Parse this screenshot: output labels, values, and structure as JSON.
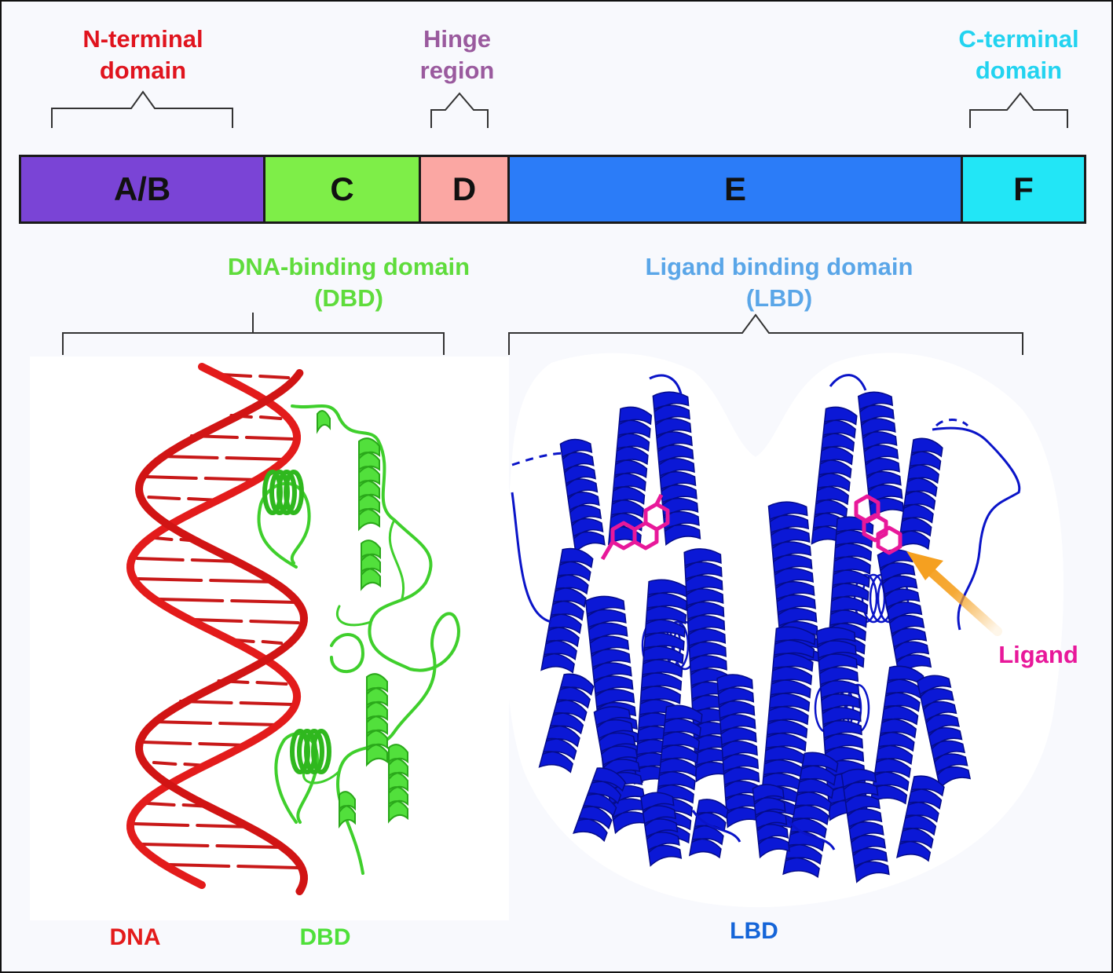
{
  "labels": {
    "n_terminal": {
      "line1": "N-terminal",
      "line2": "domain",
      "color": "#e0141e"
    },
    "hinge": {
      "line1": "Hinge",
      "line2": "region",
      "color": "#9a5a9e"
    },
    "c_terminal": {
      "line1": "C-terminal",
      "line2": "domain",
      "color": "#22d3f0"
    },
    "dbd_domain": {
      "line1": "DNA-binding domain",
      "line2": "(DBD)",
      "color": "#5fdc3c"
    },
    "lbd_domain": {
      "line1": "Ligand binding domain",
      "line2": "(LBD)",
      "color": "#5aa6e8"
    }
  },
  "segments": [
    {
      "label": "A/B",
      "color": "#7a44d6"
    },
    {
      "label": "C",
      "color": "#7eee48"
    },
    {
      "label": "D",
      "color": "#fba7a3"
    },
    {
      "label": "E",
      "color": "#2b7cf8"
    },
    {
      "label": "F",
      "color": "#22e6f6"
    }
  ],
  "structures": {
    "dna": {
      "label": "DNA",
      "color": "#e31b1b"
    },
    "dbd": {
      "label": "DBD",
      "color": "#4fe03a"
    },
    "lbd": {
      "label": "LBD",
      "color": "#1565d8"
    },
    "ligand": {
      "label": "Ligand",
      "color": "#e8189a"
    },
    "arrow_color": "#f5a020",
    "protein_color": "#0a14c8"
  }
}
